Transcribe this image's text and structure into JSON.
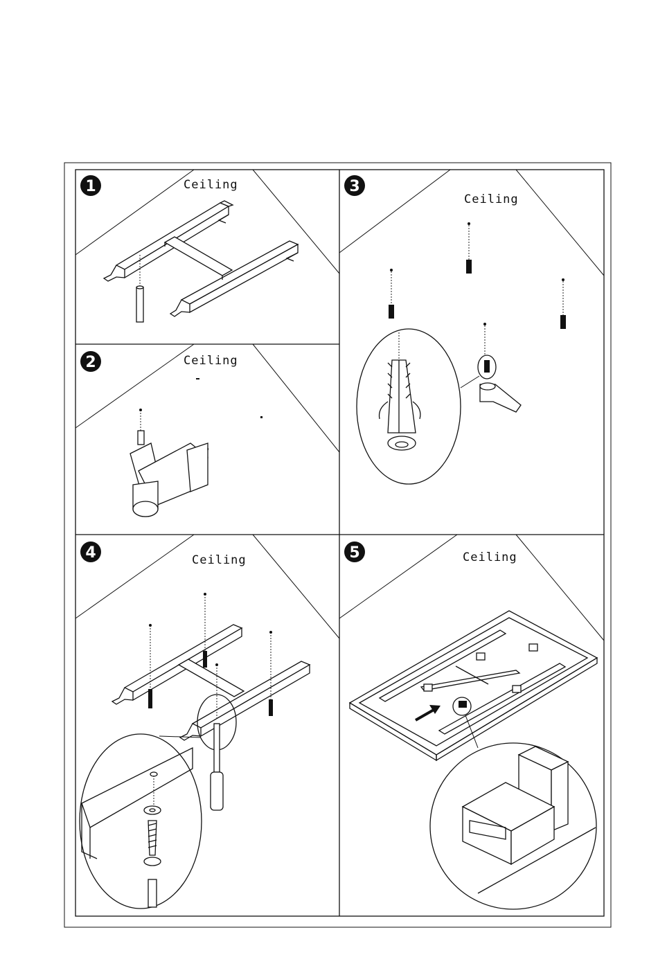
{
  "panels": [
    {
      "number": "1",
      "label": "Ceiling"
    },
    {
      "number": "2",
      "label": "Ceiling"
    },
    {
      "number": "3",
      "label": "Ceiling"
    },
    {
      "number": "4",
      "label": "Ceiling"
    },
    {
      "number": "5",
      "label": "Ceiling"
    }
  ]
}
